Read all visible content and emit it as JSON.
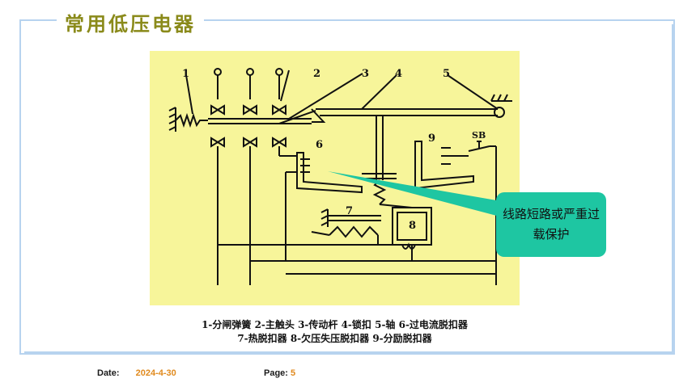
{
  "slide": {
    "title": "常用低压电器",
    "callout_text": "线路短路或严重过载保护",
    "caption_line1": "1-分闸弹簧 2-主触头 3-传动杆 4-锁扣 5-轴 6-过电流脱扣器",
    "caption_line2": "7-热脱扣器 8-欠压失压脱扣器 9-分励脱扣器"
  },
  "figure": {
    "labels": [
      "1",
      "2",
      "3",
      "4",
      "5",
      "6",
      "7",
      "8",
      "9",
      "SB"
    ]
  },
  "footer": {
    "date_label": "Date:",
    "date_value": "2024-4-30",
    "page_label": "Page:",
    "page_value": "5"
  },
  "colors": {
    "frame": "#b7d3ef",
    "title": "#8a8a1a",
    "figure_bg": "#f7f59a",
    "callout_bg": "#1ec6a2",
    "accent": "#e08a1e"
  }
}
